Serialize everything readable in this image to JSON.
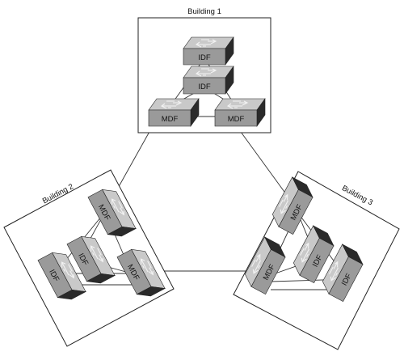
{
  "buildings": [
    {
      "title": "Building 1",
      "devices": [
        {
          "label": "IDF"
        },
        {
          "label": "IDF"
        },
        {
          "label": "MDF"
        },
        {
          "label": "MDF"
        }
      ]
    },
    {
      "title": "Building 2",
      "devices": [
        {
          "label": "MDF"
        },
        {
          "label": "IDF"
        },
        {
          "label": "IDF"
        },
        {
          "label": "MDF"
        }
      ]
    },
    {
      "title": "Building 3",
      "devices": [
        {
          "label": "MDF"
        },
        {
          "label": "MDF"
        },
        {
          "label": "IDF"
        },
        {
          "label": "IDF"
        }
      ]
    }
  ]
}
